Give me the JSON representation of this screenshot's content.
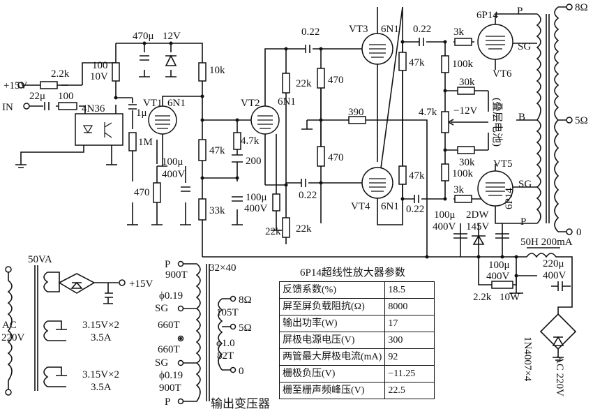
{
  "input": {
    "supply": "+15V",
    "in_label": "IN"
  },
  "tubes": {
    "vt1": "VT1",
    "vt2": "VT2",
    "vt3": "VT3",
    "vt4": "VT4",
    "vt5": "VT5",
    "vt6": "VT6",
    "t_6n1": "6N1",
    "t_6p14": "6P14"
  },
  "components": {
    "r_2k2": "2.2k",
    "r_100": "100",
    "c_22u": "22μ",
    "opto": "4N36",
    "r_100_10v_a": "100",
    "r_100_10v_b": "10V",
    "c_470u": "470μ",
    "zener_12v": "12V",
    "c_1u": "1μ",
    "r_1m": "1M",
    "r_470": "470",
    "r_10k": "10k",
    "c_100u": "100μ",
    "c_100u_v": "400V",
    "r_47k": "47k",
    "r_33k": "33k",
    "r_4k7": "4.7k",
    "c_200": "200",
    "c_022": "0.22",
    "r_22k": "22k",
    "r_470b": "470",
    "r_390": "390",
    "r_3k": "3k",
    "r_100k": "100k",
    "r_30k": "30k",
    "neg12": "−12V",
    "battery": "(叠层电池)",
    "r_4k7b": "4.7k",
    "c_100u_a": "100μ",
    "c_400v_a": "400V",
    "zener_2dw": "2DW",
    "zener_145v": "145V",
    "choke": "50H  200mA",
    "c_220u": "220μ",
    "c_220u_v": "400V",
    "r_2k2b": "2.2k",
    "r_10w": "10W",
    "bridge": "1N4007×4",
    "ac_in": "AC 220V"
  },
  "output_xfmr_taps": {
    "p": "P",
    "sg": "SG",
    "b": "B",
    "o8": "8Ω",
    "o5": "5Ω",
    "o0": "0"
  },
  "power": {
    "rating": "50VA",
    "ac": "AC",
    "ac_v": "220V",
    "plus15": "+15V",
    "heater1": "3.15V×2",
    "heater1_a": "3.5A",
    "heater2": "3.15V×2",
    "heater2_a": "3.5A"
  },
  "output_transformer": {
    "title": "输出变压器",
    "core": "32×40",
    "p_top": "P",
    "w1": "900T",
    "wire1": "ϕ0.19",
    "sg1": "SG",
    "w2": "660T",
    "w3": "660T",
    "sg2": "SG",
    "wire2": "ϕ0.19",
    "w4": "900T",
    "p_bot": "P",
    "s8": "8Ω",
    "s105": "105T",
    "s5": "5Ω",
    "sphi": "ϕ1.0",
    "s82": "82T",
    "s0": "0"
  },
  "params_table": {
    "title": "6P14超线性放大器参数",
    "rows": [
      {
        "name": "反馈系数(%)",
        "value": "18.5"
      },
      {
        "name": "屏至屏负载阻抗(Ω)",
        "value": "8000"
      },
      {
        "name": "输出功率(W)",
        "value": "17"
      },
      {
        "name": "屏极电源电压(V)",
        "value": "300"
      },
      {
        "name": "两管最大屏极电流(mA)",
        "value": "92"
      },
      {
        "name": "栅极负压(V)",
        "value": "−11.25"
      },
      {
        "name": "栅至栅声频峰压(V)",
        "value": "22.5"
      }
    ]
  }
}
